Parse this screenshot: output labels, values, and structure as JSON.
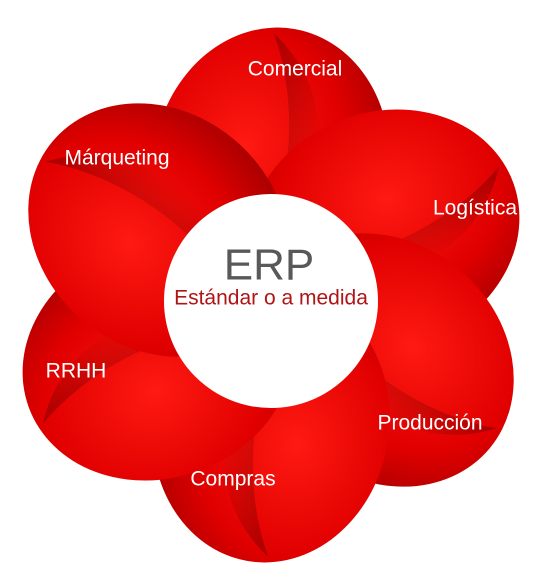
{
  "diagram": {
    "center": {
      "title": "ERP",
      "subtitle": "Estándar o a medida"
    },
    "petals": [
      {
        "key": "comercial",
        "label": "Comercial"
      },
      {
        "key": "logistica",
        "label": "Logística"
      },
      {
        "key": "produccion",
        "label": "Producción"
      },
      {
        "key": "compras",
        "label": "Compras"
      },
      {
        "key": "rrhh",
        "label": "RRHH"
      },
      {
        "key": "marqueting",
        "label": "Márqueting"
      }
    ],
    "colors": {
      "petal_light": "#ff1a12",
      "petal_mid": "#e00000",
      "petal_dark": "#8e0000",
      "center_fill": "#ffffff",
      "title_text": "#595959",
      "subtitle_text": "#b01515"
    }
  }
}
